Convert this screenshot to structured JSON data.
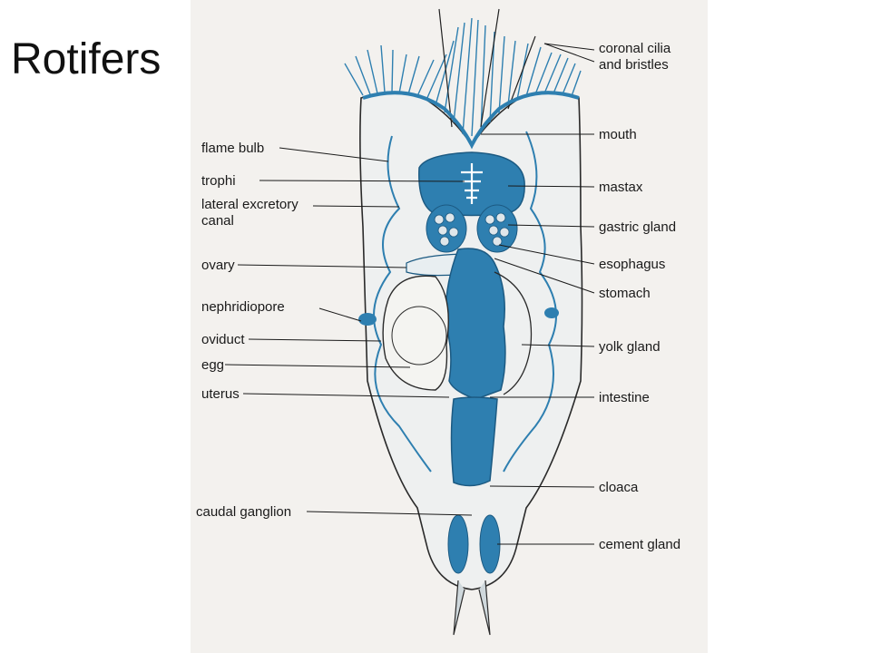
{
  "title": "Rotifers",
  "colors": {
    "body_blue": "#2e7fb0",
    "light_blue": "#5aa9d4",
    "paper": "#f3f1ee",
    "outline": "#2a2a2a"
  },
  "labels_left": [
    {
      "id": "flame-bulb",
      "text": "flame bulb"
    },
    {
      "id": "trophi",
      "text": "trophi"
    },
    {
      "id": "lateral-excretory",
      "text": "lateral excretory"
    },
    {
      "id": "canal",
      "text": "canal"
    },
    {
      "id": "ovary",
      "text": "ovary"
    },
    {
      "id": "nephridiopore",
      "text": "nephridiopore"
    },
    {
      "id": "oviduct",
      "text": "oviduct"
    },
    {
      "id": "egg",
      "text": "egg"
    },
    {
      "id": "uterus",
      "text": "uterus"
    },
    {
      "id": "caudal-ganglion",
      "text": "caudal ganglion"
    }
  ],
  "labels_right": [
    {
      "id": "coronal-cilia",
      "text": "coronal cilia"
    },
    {
      "id": "and-bristles",
      "text": "and bristles"
    },
    {
      "id": "mouth",
      "text": "mouth"
    },
    {
      "id": "mastax",
      "text": "mastax"
    },
    {
      "id": "gastric-gland",
      "text": "gastric gland"
    },
    {
      "id": "esophagus",
      "text": "esophagus"
    },
    {
      "id": "stomach",
      "text": "stomach"
    },
    {
      "id": "yolk-gland",
      "text": "yolk gland"
    },
    {
      "id": "intestine",
      "text": "intestine"
    },
    {
      "id": "cloaca",
      "text": "cloaca"
    },
    {
      "id": "cement-gland",
      "text": "cement gland"
    }
  ]
}
